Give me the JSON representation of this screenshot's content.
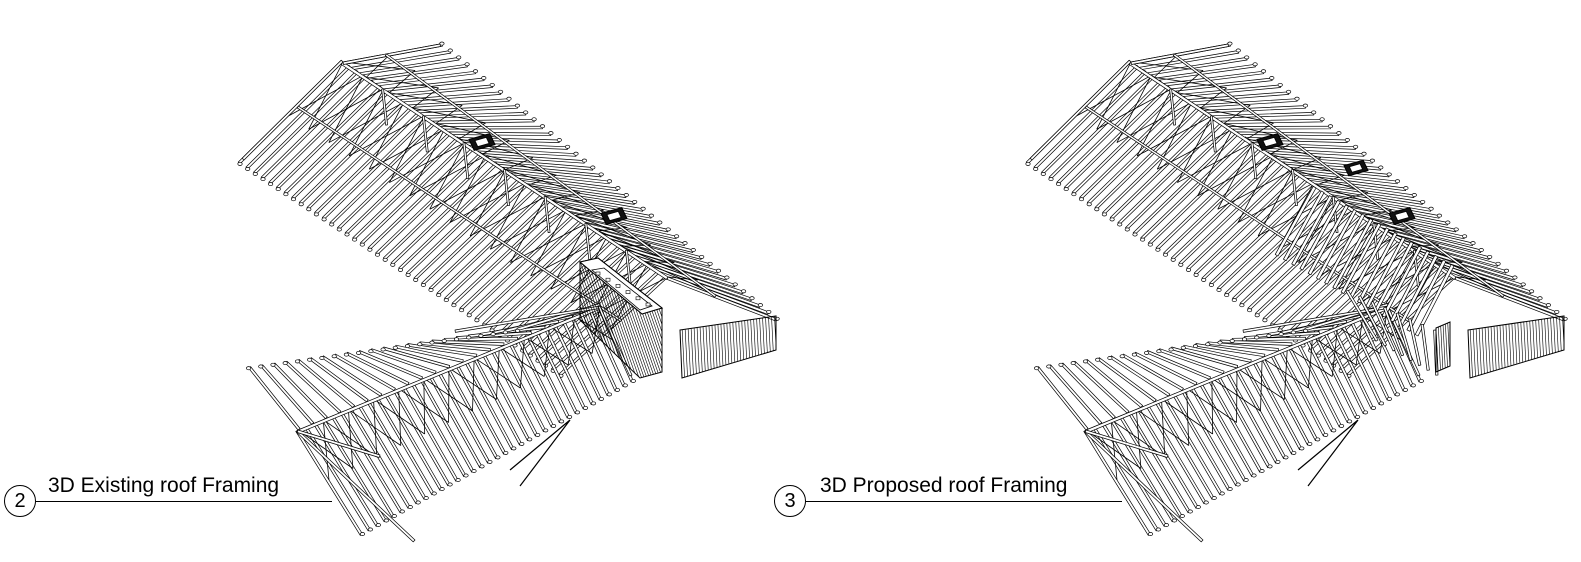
{
  "views": [
    {
      "number": "2",
      "title": "3D Existing roof Framing",
      "variant": "existing"
    },
    {
      "number": "3",
      "title": "3D Proposed roof Framing",
      "variant": "proposed"
    }
  ],
  "colors": {
    "ink": "#000000",
    "paper": "#ffffff",
    "hatch": "#333333"
  }
}
